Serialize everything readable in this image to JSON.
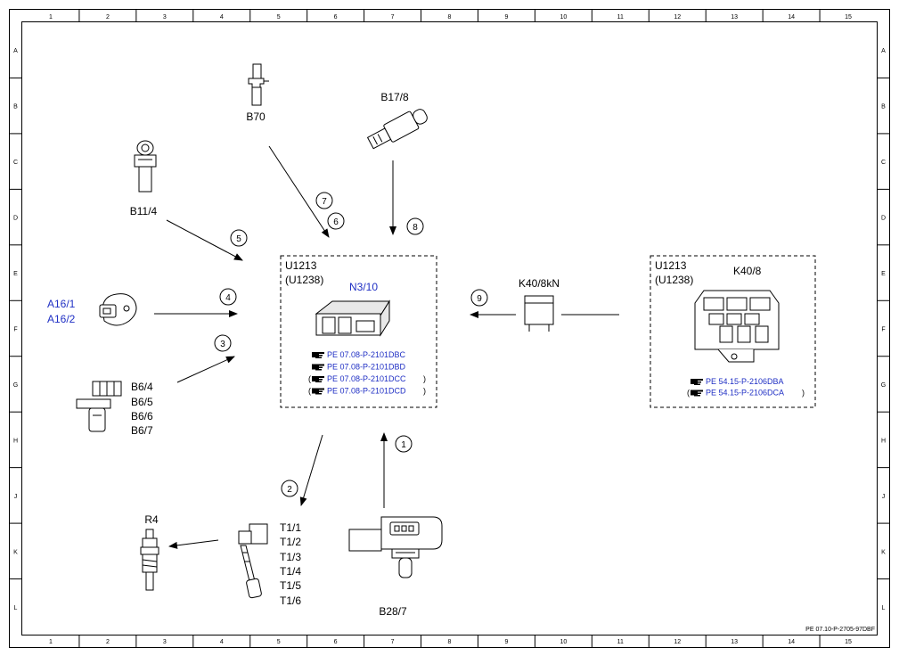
{
  "grid": {
    "columns": [
      "1",
      "2",
      "3",
      "4",
      "5",
      "6",
      "7",
      "8",
      "9",
      "10",
      "11",
      "12",
      "13",
      "14",
      "15"
    ],
    "rows": [
      "A",
      "B",
      "C",
      "D",
      "E",
      "F",
      "G",
      "H",
      "J",
      "K",
      "L"
    ]
  },
  "doc_code": "PE 07.10-P-2705-97DBF",
  "colors": {
    "reference_blue": "#1f2fc4",
    "line": "#000000"
  },
  "components": {
    "b70": "B70",
    "b17_8": "B17/8",
    "b11_4": "B11/4",
    "a16": [
      "A16/1",
      "A16/2"
    ],
    "b6": [
      "B6/4",
      "B6/5",
      "B6/6",
      "B6/7"
    ],
    "r4": "R4",
    "t1": [
      "T1/1",
      "T1/2",
      "T1/3",
      "T1/4",
      "T1/5",
      "T1/6"
    ],
    "b28_7": "B28/7",
    "k40_8kn": "K40/8kN"
  },
  "ecu_box": {
    "title": [
      "U1213",
      "(U1238)"
    ],
    "name": "N3/10",
    "refs": [
      {
        "open": "",
        "code": "PE 07.08-P-2101DBC",
        "close": ""
      },
      {
        "open": "",
        "code": "PE 07.08-P-2101DBD",
        "close": ""
      },
      {
        "open": "(",
        "code": "PE 07.08-P-2101DCC",
        "close": ")"
      },
      {
        "open": "(",
        "code": "PE 07.08-P-2101DCD",
        "close": ")"
      }
    ]
  },
  "k40_box": {
    "title": [
      "U1213",
      "(U1238)"
    ],
    "name": "K40/8",
    "refs": [
      {
        "open": "",
        "code": "PE 54.15-P-2106DBA",
        "close": ""
      },
      {
        "open": "(",
        "code": "PE 54.15-P-2106DCA",
        "close": ")"
      }
    ]
  },
  "callouts": [
    "1",
    "2",
    "3",
    "4",
    "5",
    "6",
    "7",
    "8",
    "9"
  ]
}
